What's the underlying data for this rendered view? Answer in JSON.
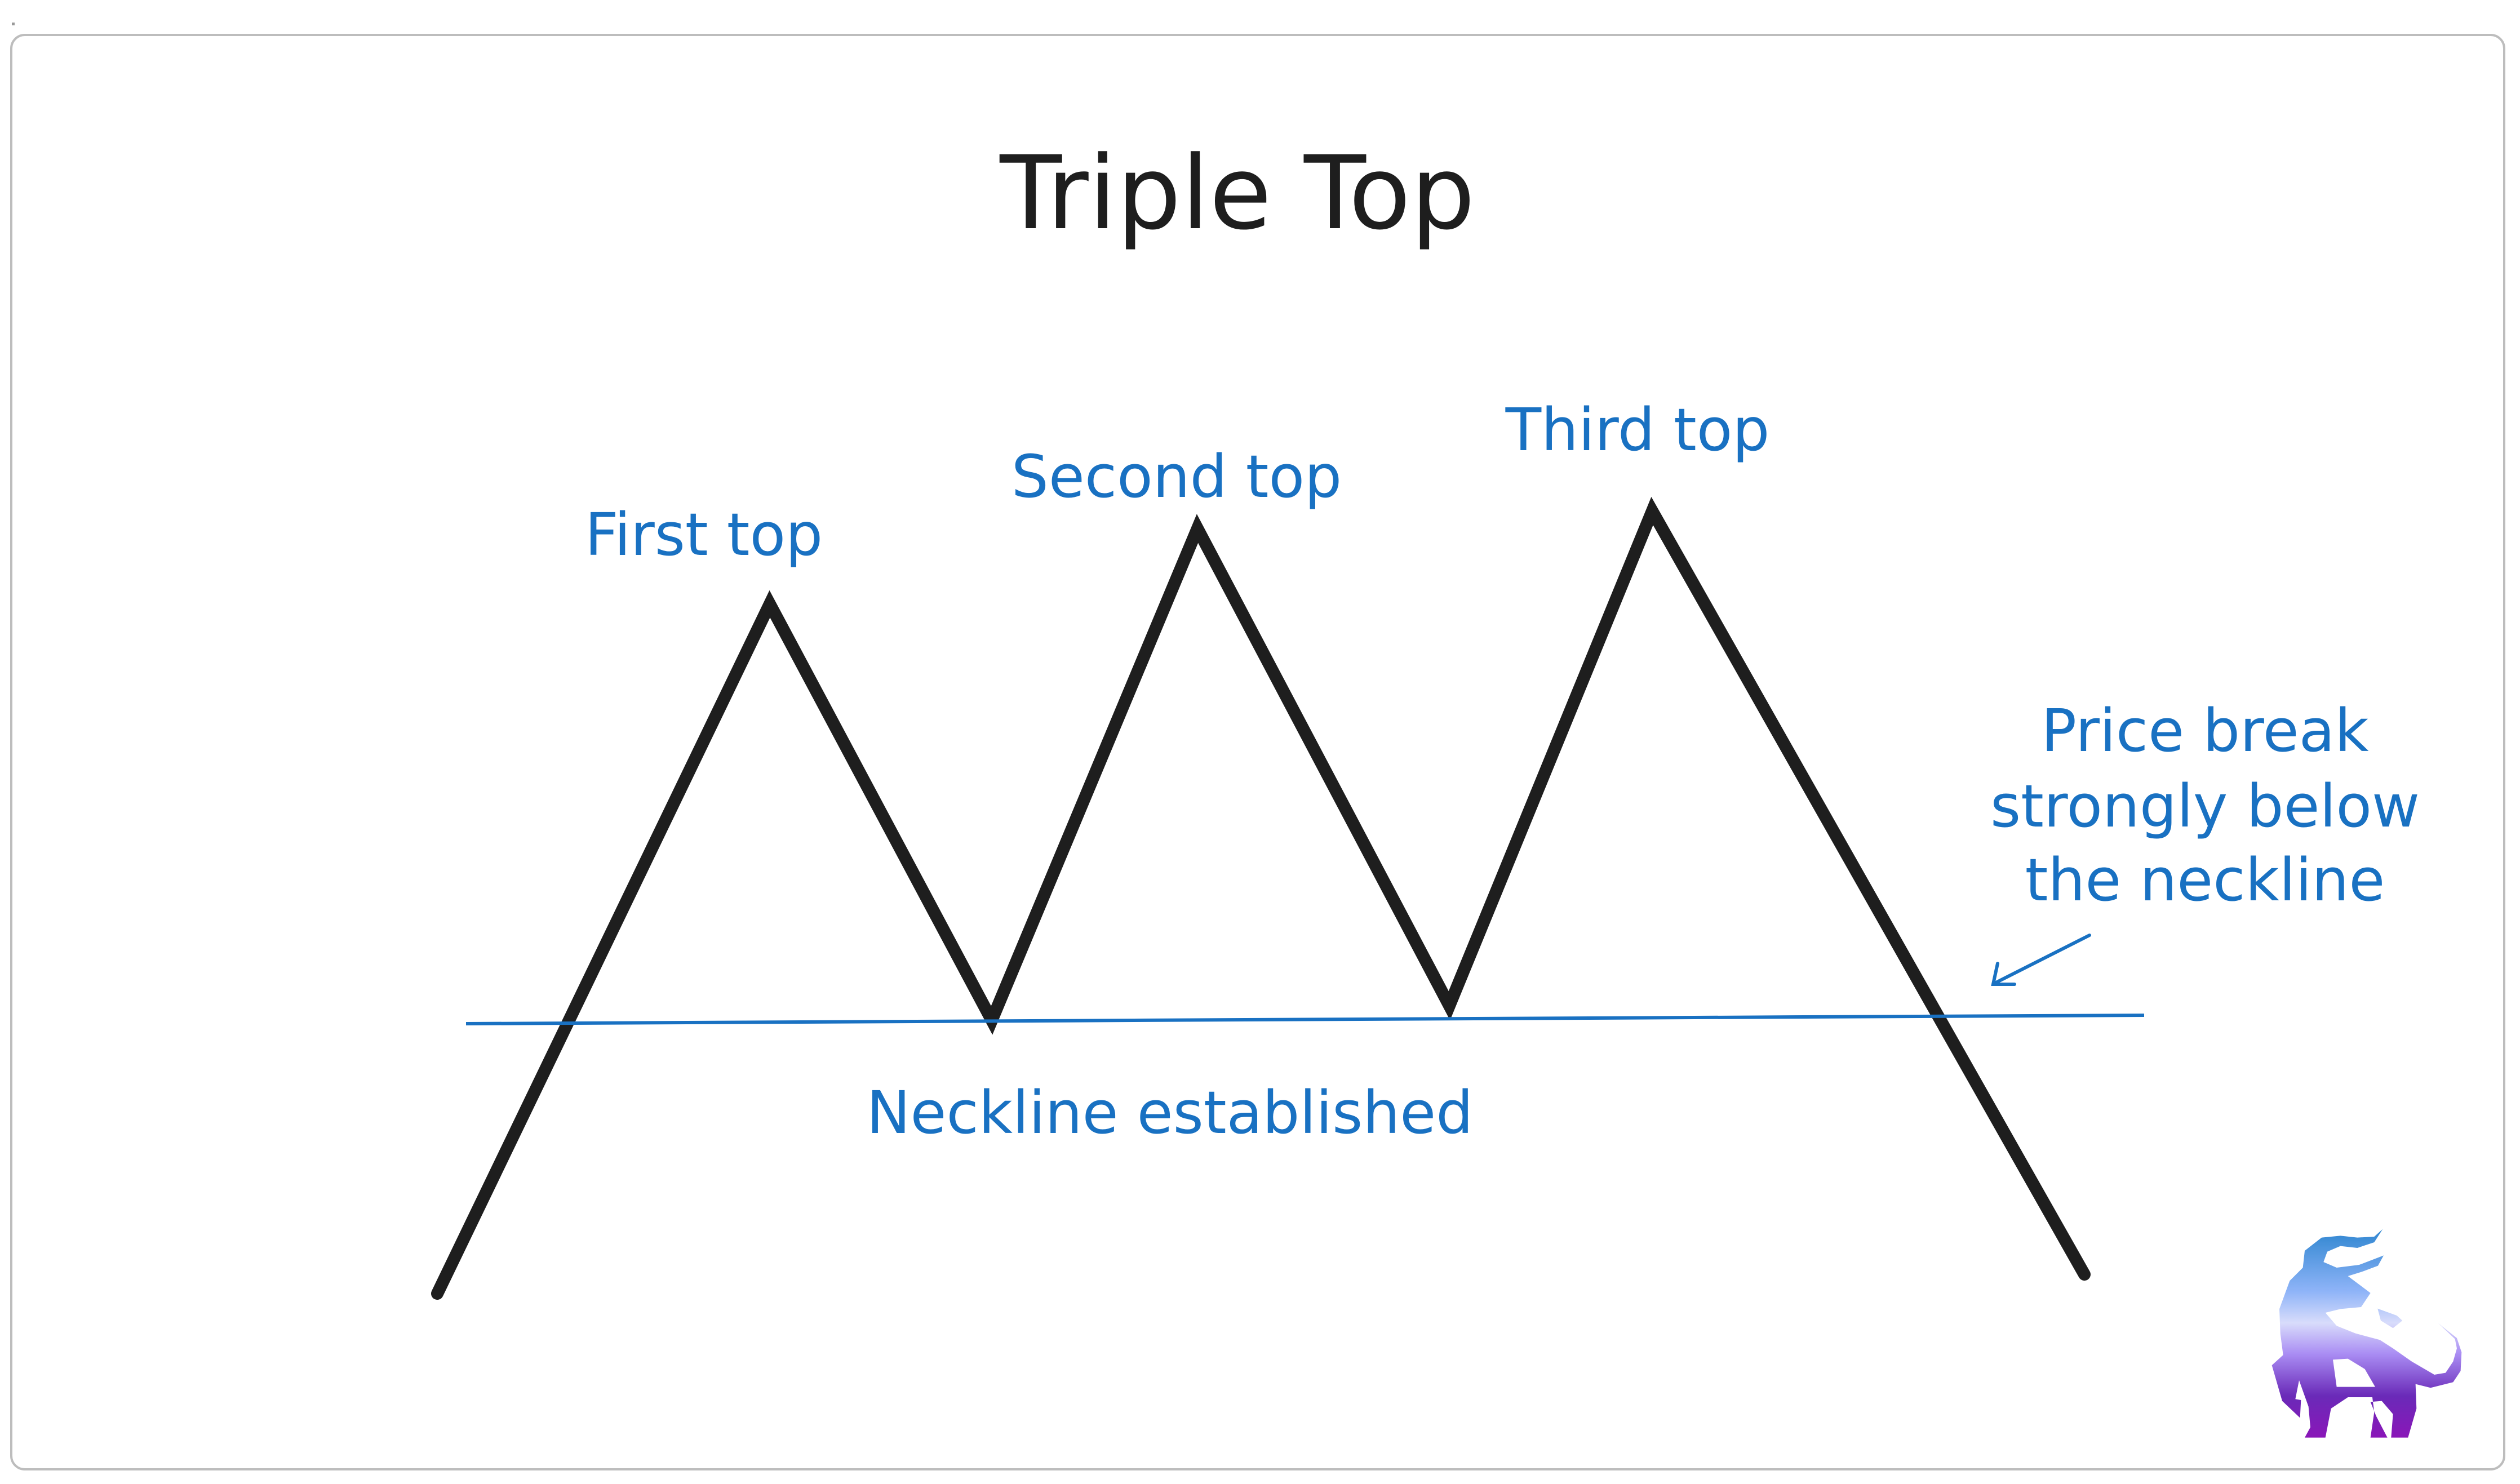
{
  "title": "Triple Top",
  "labels": {
    "first_top": "First top",
    "second_top": "Second top",
    "third_top": "Third top",
    "neckline": "Neckline established",
    "price_break": [
      "Price break",
      "strongly below",
      "the neckline"
    ]
  },
  "colors": {
    "price_line": "#1e1e1e",
    "annotation": "#1971c2",
    "border": "#bdbdbd"
  },
  "logo": {
    "icon": "polygonal-bull-logo"
  }
}
